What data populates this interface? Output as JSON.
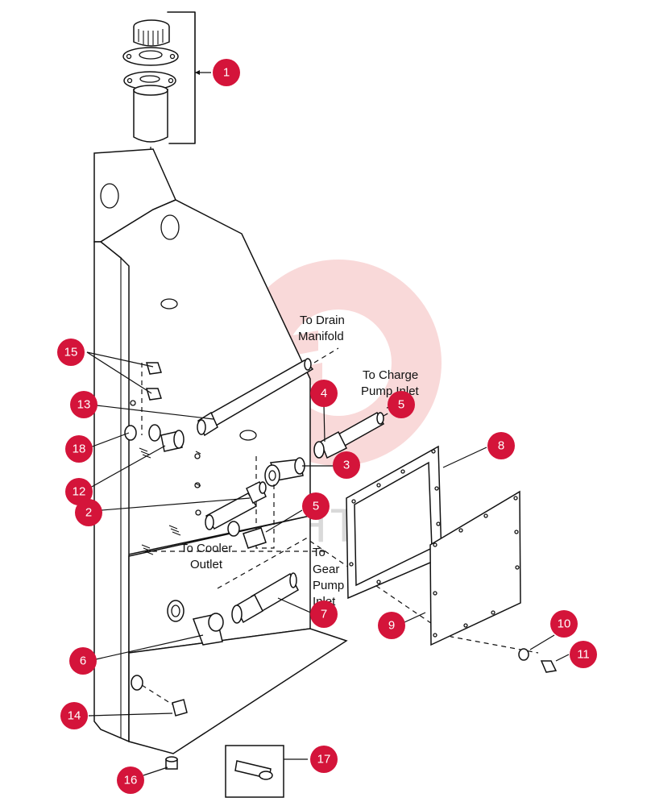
{
  "labels": {
    "drain_l1": "To Drain",
    "drain_l2": "Manifold",
    "charge_l1": "To Charge",
    "charge_l2": "Pump Inlet",
    "cooler_l1": "To Cooler",
    "cooler_l2": "Outlet",
    "gear_l1": "To",
    "gear_l2": "Gear",
    "gear_l3": "Pump",
    "gear_l4": "Inlet"
  },
  "watermark": "ИНТЕХ",
  "callouts": [
    {
      "id": "1",
      "num": "1"
    },
    {
      "id": "2",
      "num": "2"
    },
    {
      "id": "3",
      "num": "3"
    },
    {
      "id": "4",
      "num": "4"
    },
    {
      "id": "5a",
      "num": "5"
    },
    {
      "id": "5b",
      "num": "5"
    },
    {
      "id": "6",
      "num": "6"
    },
    {
      "id": "7",
      "num": "7"
    },
    {
      "id": "8",
      "num": "8"
    },
    {
      "id": "9",
      "num": "9"
    },
    {
      "id": "10",
      "num": "10"
    },
    {
      "id": "11",
      "num": "11"
    },
    {
      "id": "12",
      "num": "12"
    },
    {
      "id": "13",
      "num": "13"
    },
    {
      "id": "14",
      "num": "14"
    },
    {
      "id": "15",
      "num": "15"
    },
    {
      "id": "16",
      "num": "16"
    },
    {
      "id": "17",
      "num": "17"
    },
    {
      "id": "18",
      "num": "18"
    }
  ],
  "colors": {
    "callout": "#d4143a",
    "line": "#111111",
    "watermark": "#f4b9b9"
  }
}
